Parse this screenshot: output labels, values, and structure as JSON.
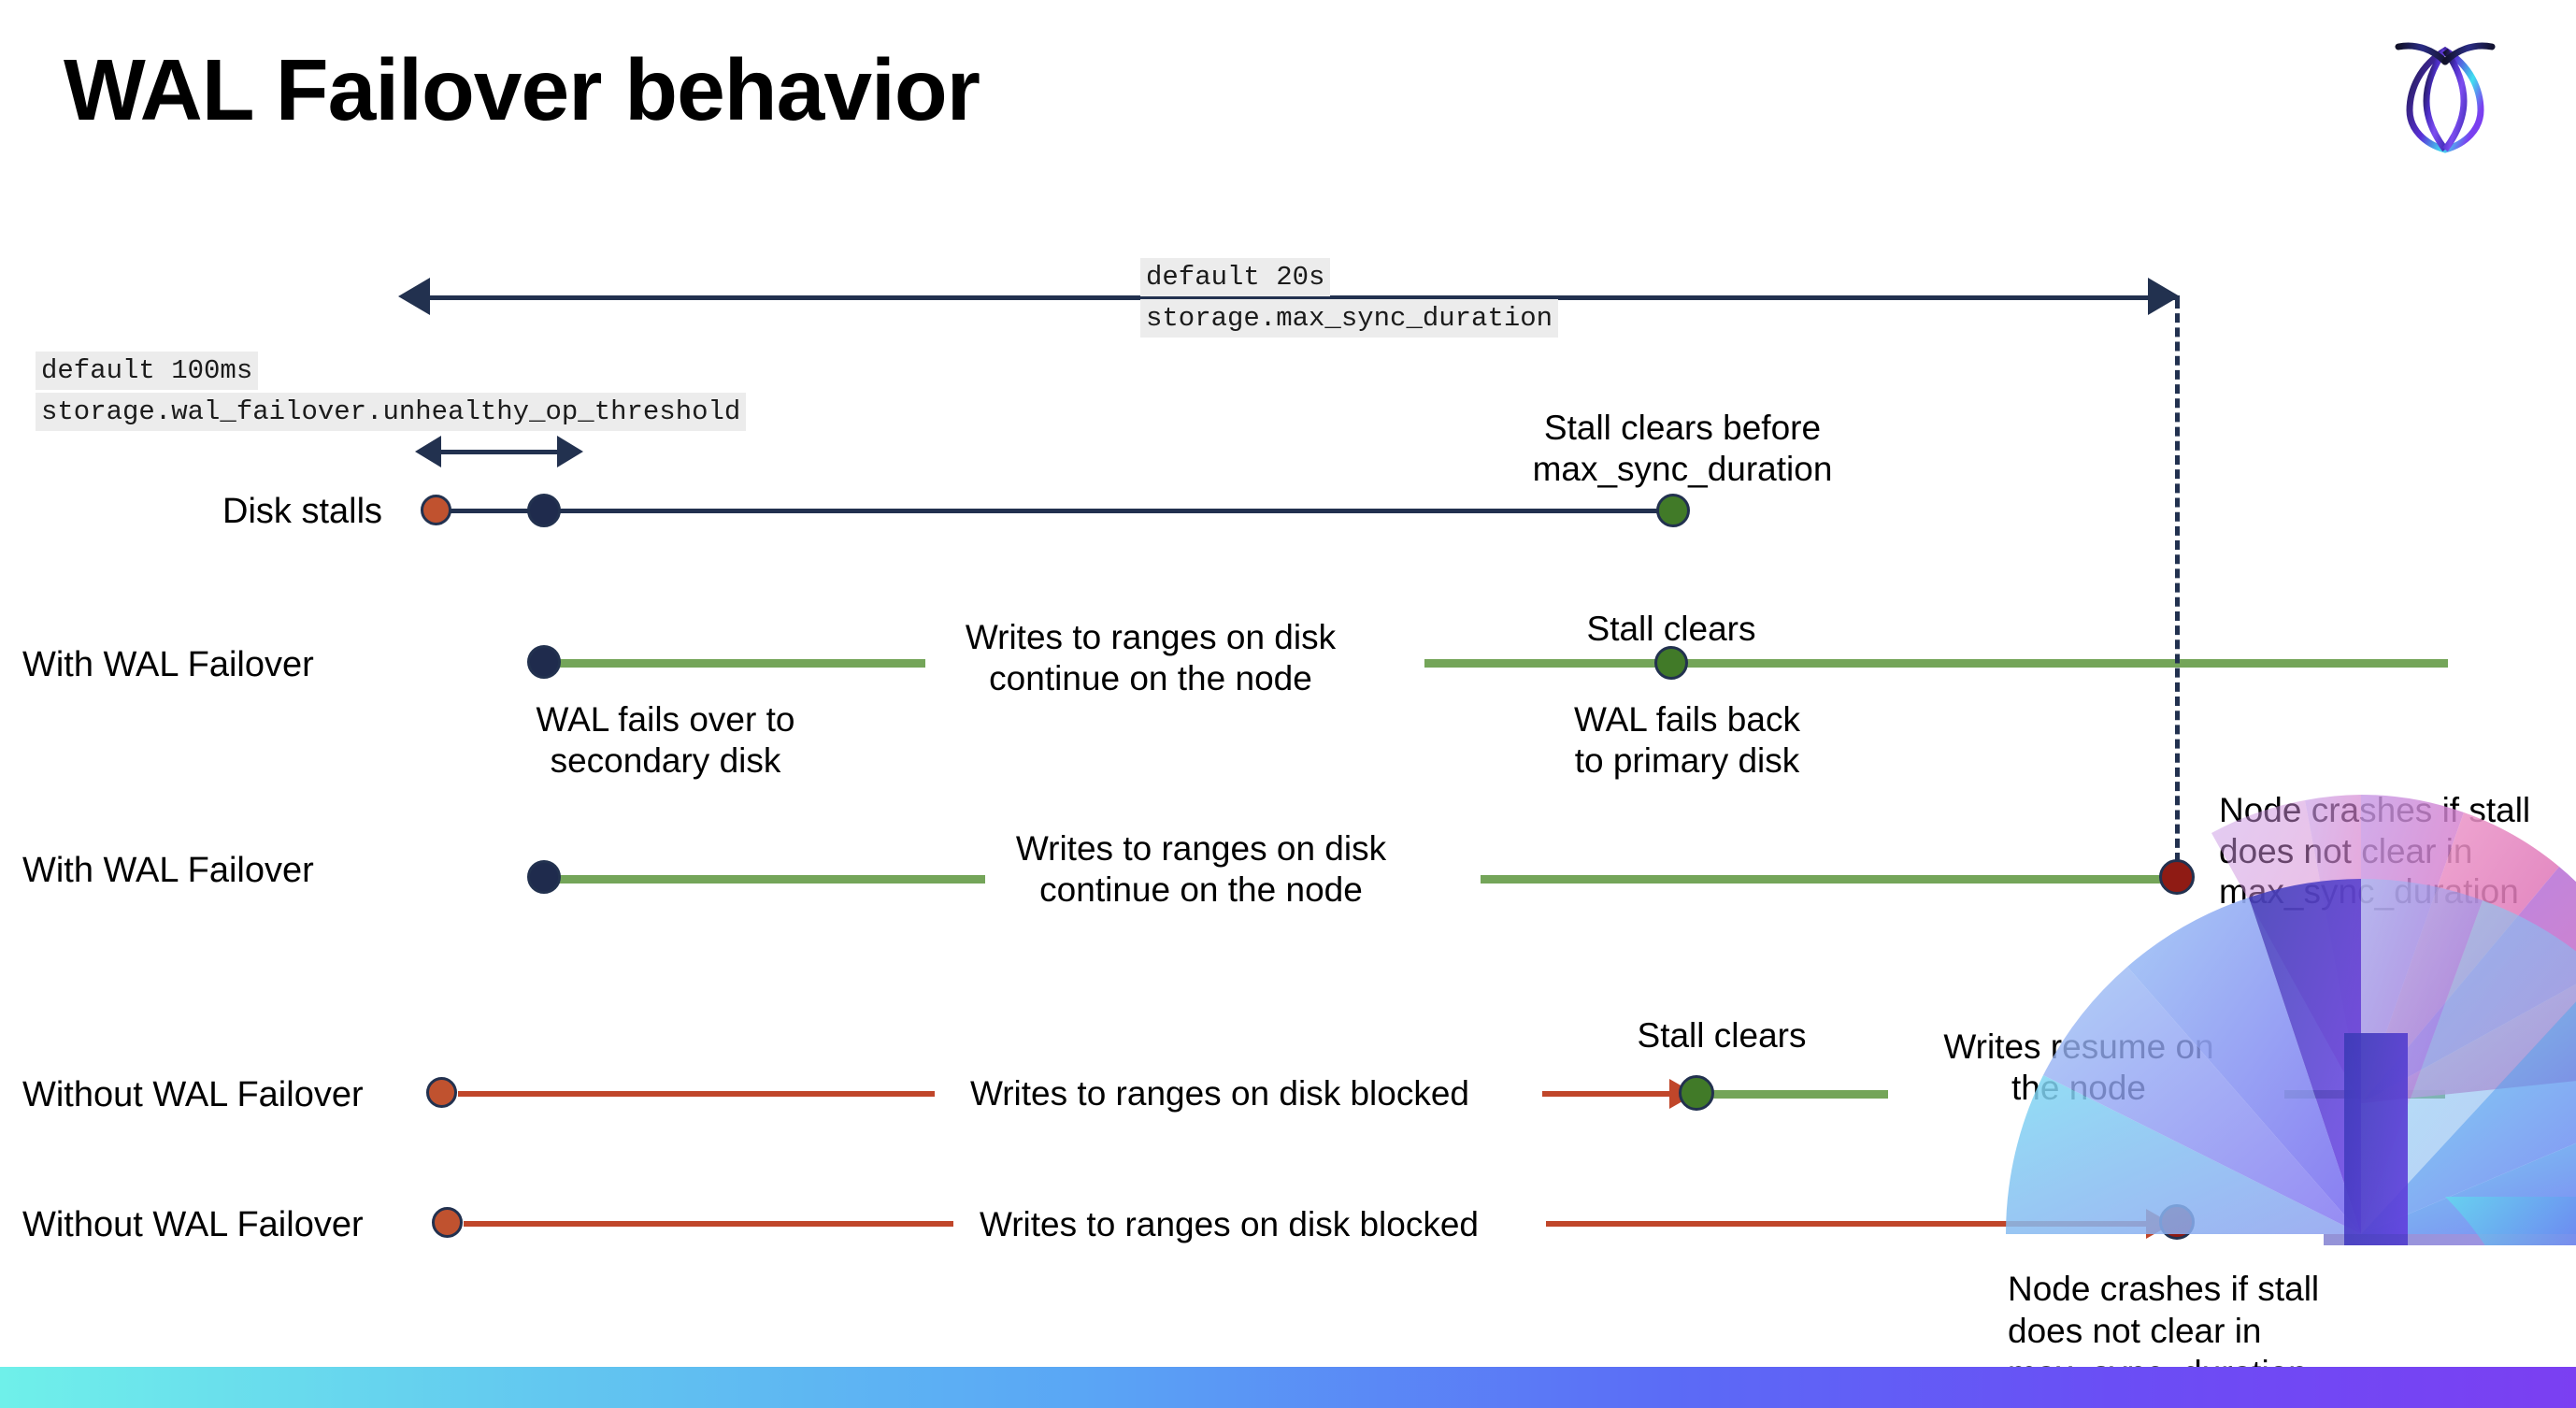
{
  "slide": {
    "title": "WAL Failover behavior",
    "logo_name": "cockroachdb-logo"
  },
  "annotations": {
    "max_sync": {
      "line1": "default 20s",
      "line2": "storage.max_sync_duration"
    },
    "unhealthy": {
      "line1": "default 100ms",
      "line2": "storage.wal_failover.unhealthy_op_threshold"
    }
  },
  "rows": [
    {
      "label": "Disk stalls",
      "notes": [
        {
          "text": "Stall clears before\nmax_sync_duration"
        }
      ]
    },
    {
      "label": "With WAL Failover",
      "notes": [
        {
          "text": "Writes to ranges on disk\ncontinue on the node"
        },
        {
          "text": "Stall clears"
        },
        {
          "text": "WAL fails over to\nsecondary disk"
        },
        {
          "text": "WAL fails  back\nto primary disk"
        }
      ]
    },
    {
      "label": "With WAL Failover",
      "notes": [
        {
          "text": "Writes to ranges on disk\ncontinue on the node"
        },
        {
          "text": "Node crashes if stall\ndoes not clear in\nmax_sync_duration"
        }
      ]
    },
    {
      "label": "Without WAL Failover",
      "notes": [
        {
          "text": "Writes to ranges on disk  blocked"
        },
        {
          "text": "Stall clears"
        },
        {
          "text": "Writes resume on\nthe node"
        }
      ]
    },
    {
      "label": "Without WAL Failover",
      "notes": [
        {
          "text": "Writes to ranges on disk  blocked"
        },
        {
          "text": "Node crashes if stall\ndoes not clear in\nmax_sync_duration"
        }
      ]
    }
  ],
  "colors": {
    "navy": "#22314f",
    "green": "#74a559",
    "orange_line": "#c0462a",
    "dot_orange": "#c0522f",
    "dot_navy": "#1f2b4d",
    "dot_green": "#417a28",
    "dot_dark_red": "#8f1b14",
    "code_bg": "#ececec",
    "bar_start": "#6ff0ea",
    "bar_end": "#7b3ff2"
  }
}
